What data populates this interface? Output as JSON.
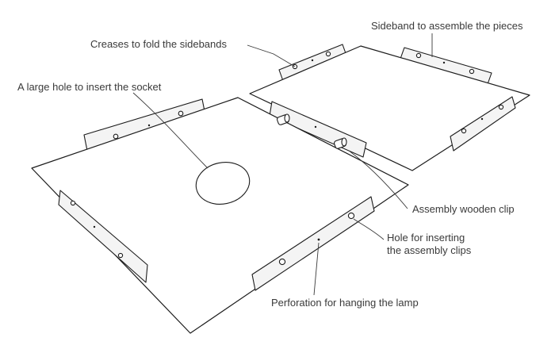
{
  "labels": {
    "sideband": "Sideband to assemble the pieces",
    "creases": "Creases to fold the sidebands",
    "large_hole": "A large hole to insert the socket",
    "wooden_clip": "Assembly wooden clip",
    "clip_hole_line1": "Hole for inserting",
    "clip_hole_line2": "the assembly clips",
    "perforation": "Perforation for hanging the lamp"
  }
}
